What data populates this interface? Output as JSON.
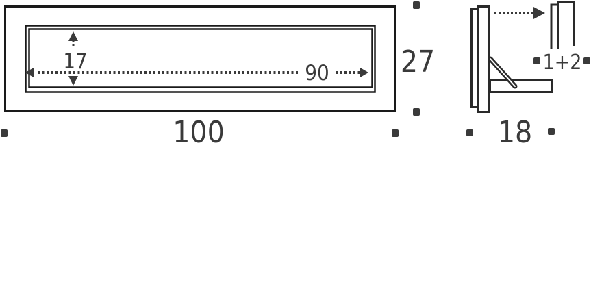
{
  "colors": {
    "stroke": "#1a1a1a",
    "ink": "#3a3a3a"
  },
  "front_view": {
    "outer_width": "100",
    "outer_height": "27",
    "inner_height": "17",
    "inner_width": "90"
  },
  "side_view": {
    "depth": "18",
    "thickness": "1+2"
  }
}
